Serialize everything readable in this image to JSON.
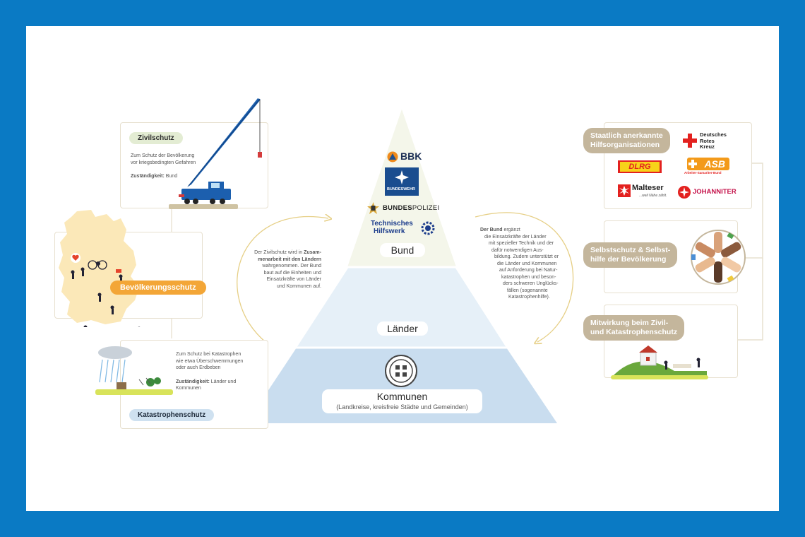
{
  "pyramid": {
    "bund_label": "Bund",
    "laender_label": "Länder",
    "kommunen_label": "Kommunen",
    "kommunen_sub": "(Landkreise, kreisfreie Städte und Gemeinden)",
    "logos": {
      "bbk": "BBK",
      "bundeswehr": "BUNDESWEHR",
      "bundespolizei_bold": "BUNDES",
      "bundespolizei_rest": "POLIZEI",
      "thw_line1": "Technisches",
      "thw_line2": "Hilfswerk"
    }
  },
  "left": {
    "zivilschutz": {
      "title": "Zivilschutz",
      "desc1": "Zum Schutz der Bevölkerung",
      "desc2": "vor kriegsbedingten Gefahren",
      "zust_label": "Zuständigkeit:",
      "zust_value": "Bund"
    },
    "bevoelkerungsschutz": {
      "title": "Bevölkerungsschutz"
    },
    "katastrophenschutz": {
      "title": "Katastrophenschutz",
      "desc1": "Zum Schutz bei Katastrophen",
      "desc2": "wie etwa Überschwemmungen",
      "desc3": "oder auch Erdbeben",
      "zust_label": "Zuständigkeit:",
      "zust_value1": "Länder und",
      "zust_value2": "Kommunen"
    }
  },
  "middle_left_text": {
    "l1a": "Der Zivilschutz wird in ",
    "l1b": "Zusam-",
    "l2": "menarbeit mit den Ländern",
    "l3": "wahrgenommen. Der Bund",
    "l4": "baut auf die Einheiten und",
    "l5": "Einsatzkräfte von Länder",
    "l6": "und Kommunen auf."
  },
  "middle_right_text": {
    "l1a": "Der Bund",
    "l1b": " ergänzt",
    "l2": "die Einsatzkräfte der Länder",
    "l3": "mit spezieller Technik und der",
    "l4": "dafür notwendigen Aus-",
    "l5": "bildung. Zudem unterstützt er",
    "l6": "die Länder und Kommunen",
    "l7": "auf Anforderung bei Natur-",
    "l8": "katastrophen und beson-",
    "l9": "ders schweren Unglücks-",
    "l10": "fällen (sogenannte",
    "l11": "Katastrophenhilfe)."
  },
  "right": {
    "hilfsorg": {
      "title1": "Staatlich anerkannte",
      "title2": "Hilfsorganisationen",
      "drk1": "Deutsches",
      "drk2": "Rotes",
      "drk3": "Kreuz",
      "dlrg": "DLRG",
      "asb": "ASB",
      "asb_sub": "Arbeiter-Samariter-Bund",
      "malteser": "Malteser",
      "malteser_sub": "...weil Nähe zählt.",
      "johanniter": "JOHANNITER"
    },
    "selbstschutz": {
      "title1": "Selbstschutz & Selbst-",
      "title2": "hilfe der Bevölkerung"
    },
    "mitwirkung": {
      "title1": "Mitwirkung beim Zivil-",
      "title2": "und Katastrophenschutz"
    }
  },
  "colors": {
    "frame": "#0a7ac4",
    "bund": "#f3f5e9",
    "laender": "#e6f0f8",
    "kommunen": "#c9ddef",
    "orange": "#f3a637",
    "beige": "#c4b69c"
  }
}
